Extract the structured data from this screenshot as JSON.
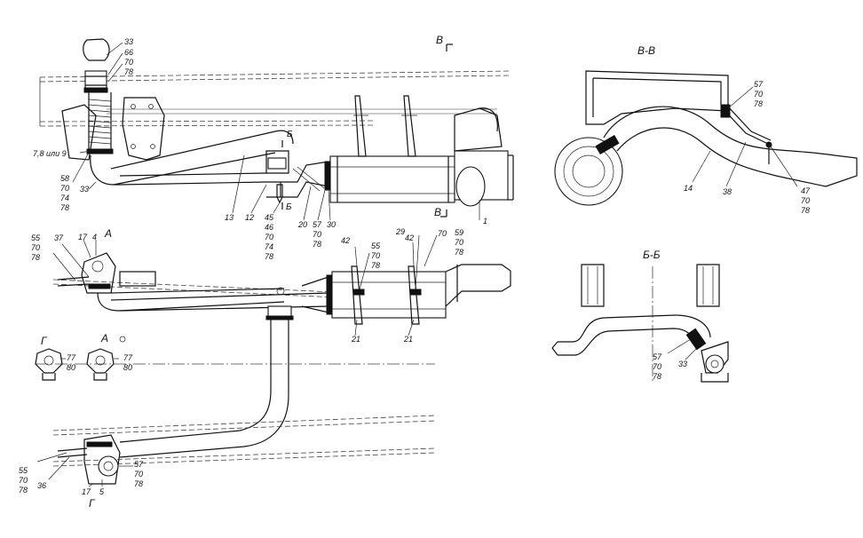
{
  "views": {
    "section_v_title": "В-В",
    "section_b_title": "Б-Б",
    "cut_v_top": "В",
    "cut_v_bottom": "В",
    "cut_b_top": "Б",
    "cut_b_bottom": "Б",
    "view_a_arrow": "А",
    "view_a_small": "А",
    "view_g_small": "Г",
    "view_g_arrow": "Г"
  },
  "callouts": {
    "c33_top": "33",
    "c66_top": "66",
    "c70_top": "70",
    "c78_top": "78",
    "c7_8": "7,8 или 9",
    "c58": "58",
    "c70_a": "70",
    "c74_a": "74",
    "c78_a": "78",
    "c33_left": "33",
    "c13": "13",
    "c12": "12",
    "c45": "45",
    "c46": "46",
    "c70_b": "70",
    "c74_b": "74",
    "c78_b": "78",
    "c20": "20",
    "c57_c": "57",
    "c70_c": "70",
    "c78_c": "78",
    "c30": "30",
    "c1": "1",
    "c55_l": "55",
    "c70_l": "70",
    "c78_l": "78",
    "c37": "37",
    "c17_top": "17",
    "c4": "4",
    "c42_a": "42",
    "c55_m": "55",
    "c70_m": "70",
    "c78_m": "78",
    "c29": "29",
    "c42_b": "42",
    "c70_r": "70",
    "c59": "59",
    "c70_r2": "70",
    "c78_r2": "78",
    "c21_a": "21",
    "c21_b": "21",
    "c77_g": "77",
    "c80_g": "80",
    "c77_a": "77",
    "c80_a": "80",
    "c55_bl": "55",
    "c70_bl": "70",
    "c78_bl": "78",
    "c36": "36",
    "c17_bot": "17",
    "c5": "5",
    "c57_bot": "57",
    "c70_bot": "70",
    "c78_bot": "78",
    "c57_vv": "57",
    "c70_vv": "70",
    "c78_vv": "78",
    "c14": "14",
    "c38": "38",
    "c47": "47",
    "c70_vv2": "70",
    "c78_vv2": "78",
    "c57_bb": "57",
    "c70_bb": "70",
    "c78_bb": "78",
    "c33_bb": "33"
  }
}
